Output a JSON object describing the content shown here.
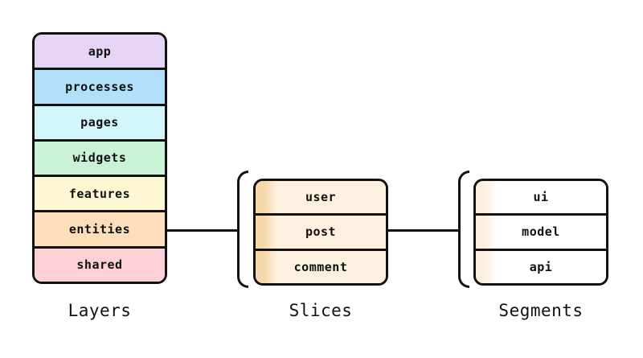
{
  "diagram": {
    "line_color": "#111111",
    "text_color": "#111111",
    "layers": {
      "label": "Layers",
      "items": [
        {
          "label": "app",
          "color": "#e5d4f5"
        },
        {
          "label": "processes",
          "color": "#b2dffa"
        },
        {
          "label": "pages",
          "color": "#d3f6fb"
        },
        {
          "label": "widgets",
          "color": "#c9f2d6"
        },
        {
          "label": "features",
          "color": "#fdf8d3"
        },
        {
          "label": "entities",
          "color": "#fcdfba"
        },
        {
          "label": "shared",
          "color": "#fed1d7"
        }
      ]
    },
    "slices": {
      "label": "Slices",
      "band_color": "#f8d8ab",
      "fill_color": "#fcf1e1",
      "items": [
        {
          "label": "user"
        },
        {
          "label": "post"
        },
        {
          "label": "comment"
        }
      ]
    },
    "segments": {
      "label": "Segments",
      "band_color": "#fcefdf",
      "fill_color": "#ffffff",
      "items": [
        {
          "label": "ui"
        },
        {
          "label": "model"
        },
        {
          "label": "api"
        }
      ]
    }
  }
}
